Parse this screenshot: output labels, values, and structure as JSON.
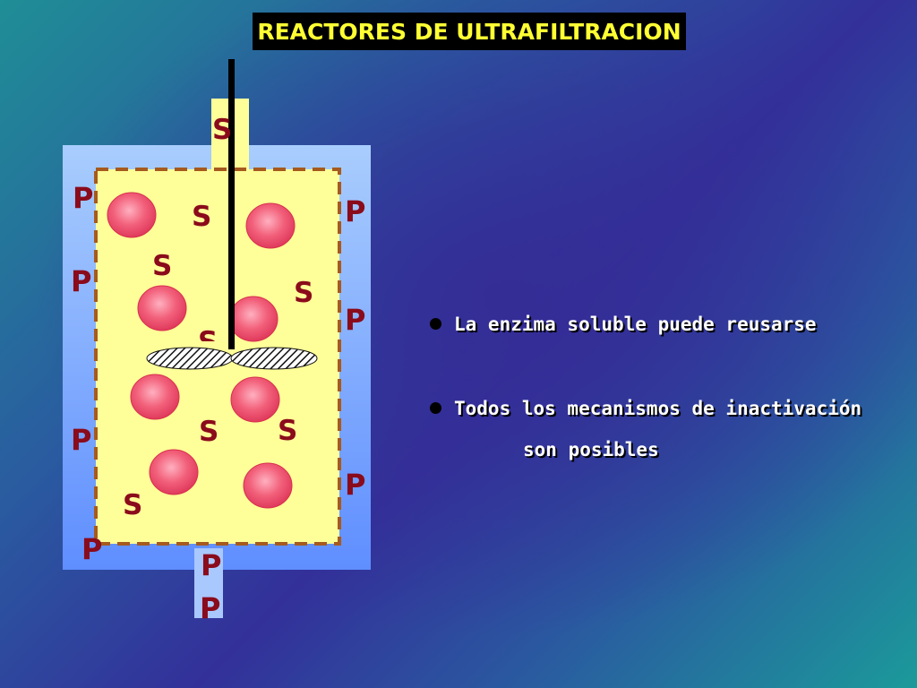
{
  "title": "REACTORES DE ULTRAFILTRACION",
  "colors": {
    "title_background": "#000000",
    "title_text": "#ffff33",
    "outer_jacket": "#8fb4ff",
    "reaction_chamber": "#ffff99",
    "membrane": "#a65a1e",
    "enzyme": "#f0506e",
    "letters": "#8a0b1b",
    "bullet_text": "#ffffff"
  },
  "diagram": {
    "substrate_label": "S",
    "product_label": "P",
    "icons": {
      "enzyme": "enzyme-sphere-icon",
      "stirrer": "stirrer-rod-icon",
      "paddle": "hatched-paddle-icon"
    }
  },
  "bullets": [
    {
      "text": "La enzima soluble puede reusarse"
    },
    {
      "text": "Todos los mecanismos de inactivación"
    }
  ],
  "bullet_continuation": "son posibles"
}
